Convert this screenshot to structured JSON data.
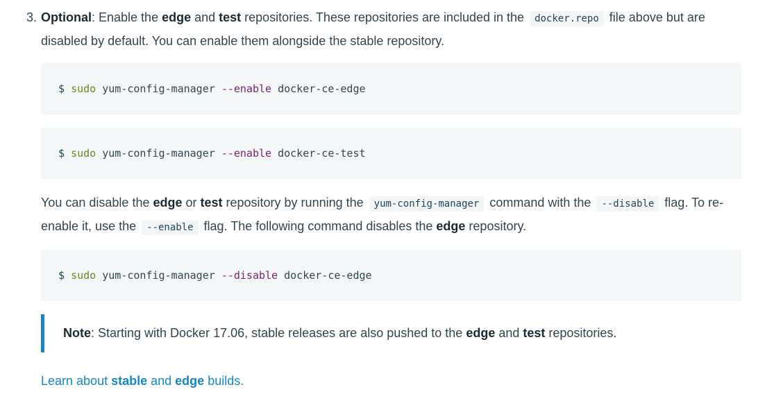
{
  "step": {
    "number": "3.",
    "optional_label": "Optional",
    "t1": ": Enable the ",
    "edge": "edge",
    "t2": " and ",
    "test": "test",
    "t3": " repositories. These repositories are included in the ",
    "code_repo": "docker.repo",
    "t4": " file above but are disabled by default. You can enable them alongside the stable repository."
  },
  "code_blocks": [
    {
      "prompt": "$",
      "sudo": "sudo",
      "cmd": "yum-config-manager",
      "flag": "--enable",
      "arg": "docker-ce-edge"
    },
    {
      "prompt": "$",
      "sudo": "sudo",
      "cmd": "yum-config-manager",
      "flag": "--enable",
      "arg": "docker-ce-test"
    },
    {
      "prompt": "$",
      "sudo": "sudo",
      "cmd": "yum-config-manager",
      "flag": "--disable",
      "arg": "docker-ce-edge"
    }
  ],
  "para": {
    "t1": "You can disable the ",
    "edge": "edge",
    "t2": " or ",
    "test": "test",
    "t3": " repository by running the ",
    "code_ycm": "yum-config-manager",
    "t4": " command with the ",
    "code_disable": "--disable",
    "t5": " flag. To re-enable it, use the ",
    "code_enable": "--enable",
    "t6": " flag. The following command disables the ",
    "edge2": "edge",
    "t7": " repository."
  },
  "note": {
    "label": "Note",
    "t1": ": Starting with Docker 17.06, stable releases are also pushed to the ",
    "edge": "edge",
    "t2": " and ",
    "test": "test",
    "t3": " repositories."
  },
  "learn": {
    "t1": "Learn about ",
    "stable": "stable",
    "t2": " and ",
    "edge": "edge",
    "t3": " builds."
  },
  "colors": {
    "accent": "#1488c6",
    "code_bg": "#f4f7f8",
    "text": "#33444c"
  }
}
